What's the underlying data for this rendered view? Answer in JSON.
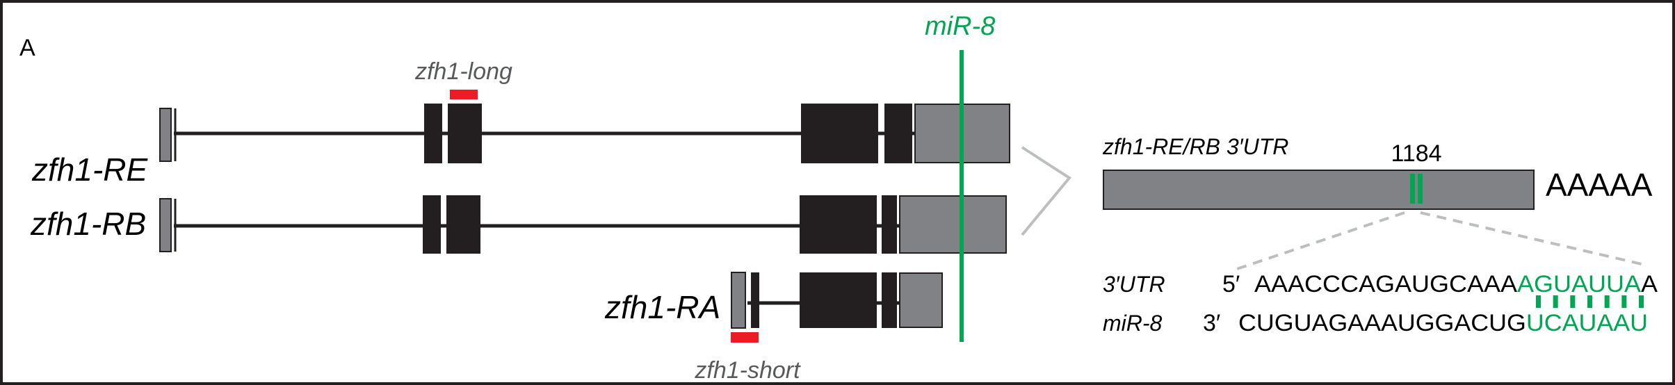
{
  "panel_label": "A",
  "colors": {
    "exon_coding": "#231f20",
    "utr": "#808285",
    "probe": "#ed1c24",
    "mirna": "#00a651",
    "connector": "#bcbec0"
  },
  "transcripts": [
    {
      "name": "zfh1-RE"
    },
    {
      "name": "zfh1-RB"
    },
    {
      "name": "zfh1-RA"
    }
  ],
  "probes": {
    "long": "zfh1-long",
    "short": "zfh1-short"
  },
  "mirna_label": "miR-8",
  "utr_detail": {
    "title": "zfh1-RE/RB 3′UTR",
    "site_position": "1184",
    "polyA": "AAAAA"
  },
  "alignment": {
    "utr_row": {
      "label": "3′UTR",
      "end": "5′",
      "seq_plain": "AAACCCAGAUGCAAA",
      "seq_seed": "AGUAUUA",
      "seq_tail": "A"
    },
    "mir_row": {
      "label": "miR-8",
      "end": "3′",
      "seq_plain": "CUGUAGAAAUGGACUG",
      "seq_seed": "UCAUAAU"
    },
    "pair_count": 7
  }
}
